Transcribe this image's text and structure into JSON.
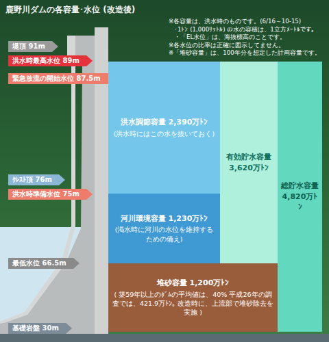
{
  "diagram": {
    "title": "鹿野川ダムの各容量･水位 (改造後)",
    "nodes": [
      {
        "text": [
          "堤頂 91m"
        ]
      },
      {
        "text": [
          "洪水時最高水位 89m"
        ]
      },
      {
        "text": [
          "緊急放流の開始水位 87.5m"
        ]
      },
      {
        "text": [
          "ｸﾚｽﾄ頂 76m"
        ]
      },
      {
        "text": [
          "洪水時準備水位 75m"
        ]
      },
      {
        "text": [
          "最低水位 66.5m"
        ]
      },
      {
        "text": [
          "基礎岩盤 30m"
        ]
      },
      {
        "text": [
          "洪水調節容量 2,390万ﾄﾝ",
          "(洪水時にはこの水を抜いておく)"
        ]
      },
      {
        "text": [
          "河川環境容量 1,230万ﾄﾝ",
          "(渇水時に河川の水位を維持するための備え)"
        ]
      },
      {
        "text": [
          "堆砂容量 1,200万ﾄﾝ",
          "( 築59年以上のﾀﾞﾑの平均値は、40% 平成26年の調査では、421.9万ﾄﾝ。 改造時に、上流部で堆砂除去を実施 )"
        ]
      },
      {
        "text": [
          "有効貯水容量",
          "3,620万ﾄﾝ"
        ]
      },
      {
        "text": [
          "総貯水容量",
          "4,820万ﾄﾝ"
        ]
      }
    ],
    "labels": [
      "※各容量は、洪水時のものです。(6/16～10-15)",
      "・1ﾄﾝ (1,000ﾘｯﾄﾙ) の水の容積は、1立方ﾒｰﾄﾙです。",
      "・「EL水位」は、海抜標高のことです。",
      "※各水位の比率は正確に図示してません。",
      "※「堆砂容量」は、100年分を想定した計画容量です。"
    ]
  }
}
